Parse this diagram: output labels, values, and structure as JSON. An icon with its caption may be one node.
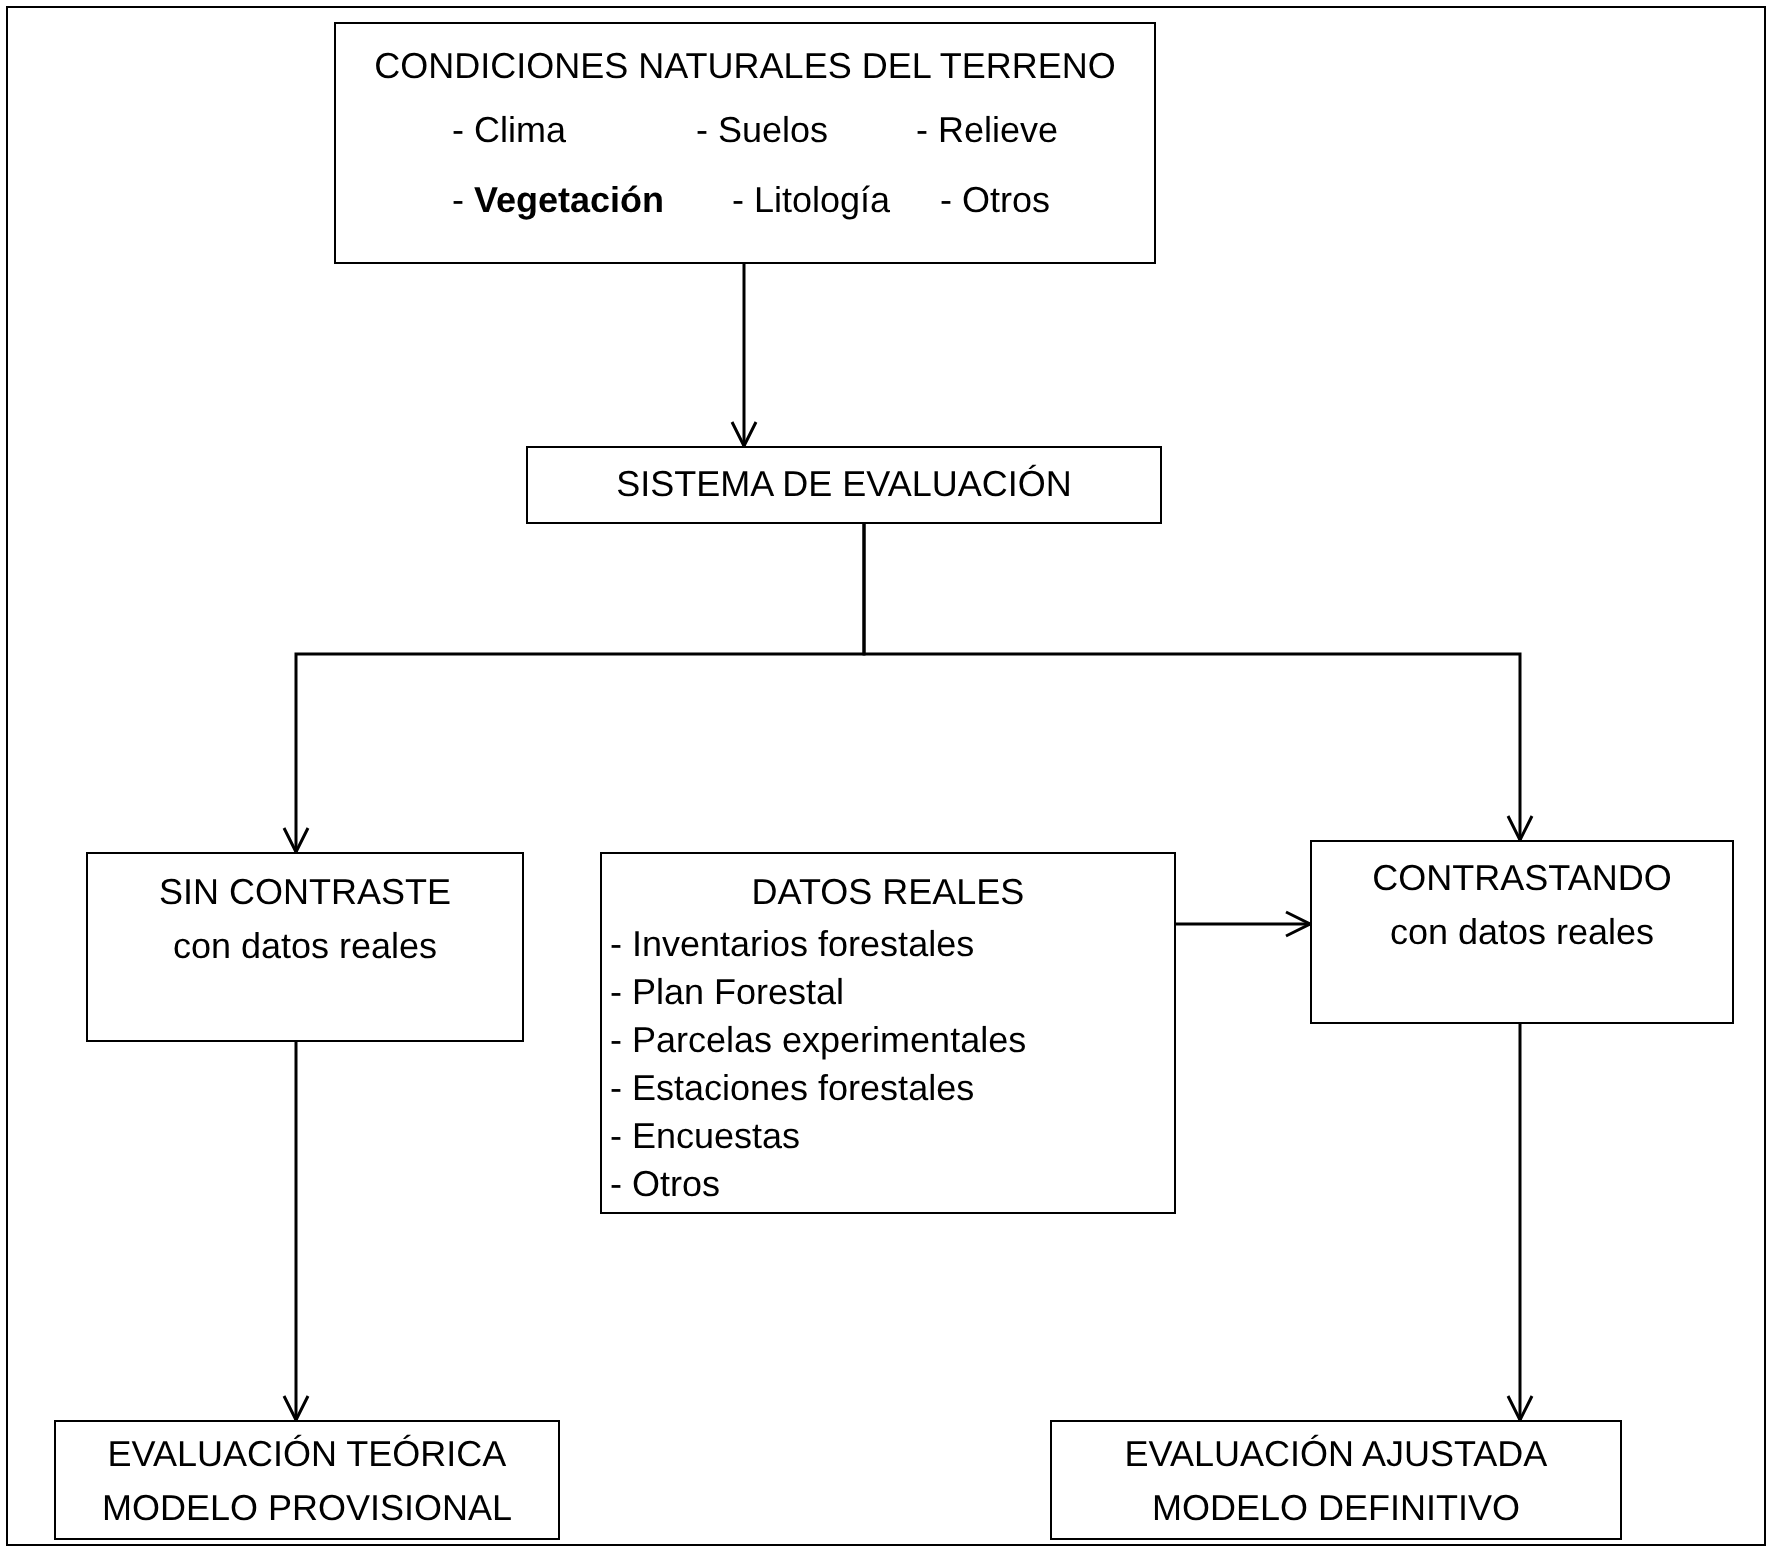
{
  "diagram": {
    "nodes": [
      {
        "text": [
          "CONDICIONES NATURALES DEL TERRENO",
          "- Clima",
          "- Suelos",
          "- Relieve",
          "- **Vegetación**",
          "- Litología",
          "- Otros"
        ]
      },
      {
        "text": [
          "SISTEMA DE EVALUACIÓN"
        ]
      },
      {
        "text": [
          "SIN CONTRASTE con datos reales"
        ]
      },
      {
        "text": [
          "DATOS REALES",
          "- Inventarios forestales",
          "- Plan Forestal",
          "- Parcelas experimentales",
          "- Estaciones forestales",
          "- Encuestas",
          "- Otros"
        ]
      },
      {
        "text": [
          "CONTRASTANDO con datos reales"
        ]
      },
      {
        "text": [
          "EVALUACIÓN TEÓRICA MODELO PROVISIONAL"
        ]
      },
      {
        "text": [
          "EVALUACIÓN AJUSTADA MODELO DEFINITIVO"
        ]
      }
    ],
    "edges": [
      {
        "from": 0,
        "to": 1,
        "arrow": "to"
      },
      {
        "from": 1,
        "to": 2,
        "arrow": "to"
      },
      {
        "from": 1,
        "to": 4,
        "arrow": "to"
      },
      {
        "from": 3,
        "to": 4,
        "arrow": "to"
      },
      {
        "from": 2,
        "to": 5,
        "arrow": "to"
      },
      {
        "from": 4,
        "to": 6,
        "arrow": "to"
      }
    ]
  }
}
